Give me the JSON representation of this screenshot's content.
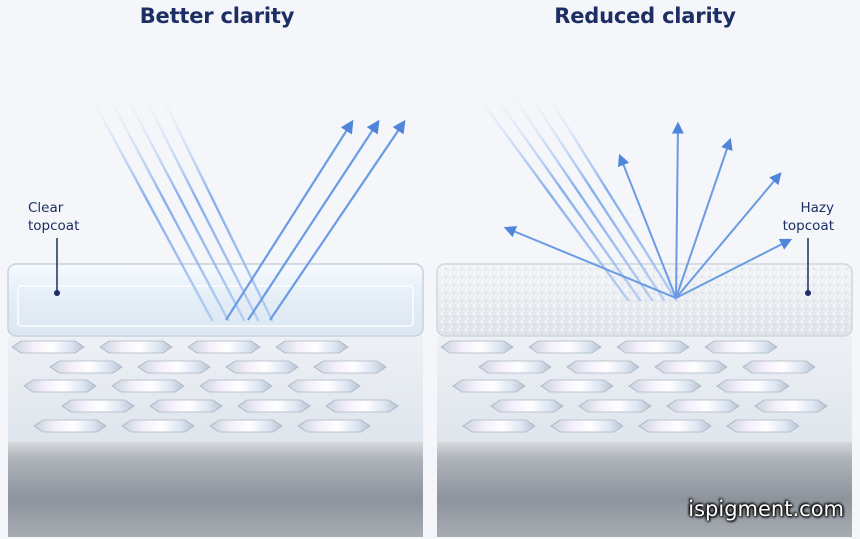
{
  "titles": {
    "left": "Better clarity",
    "right": "Reduced clarity"
  },
  "labels": {
    "left": [
      "Clear",
      "topcoat"
    ],
    "right": [
      "Hazy",
      "topcoat"
    ]
  },
  "watermark": "ispigment.com",
  "colors": {
    "title_text": "#1c2e63",
    "ray": "#5b8fe0",
    "clear_coat": "#e9f1f8",
    "hazy_coat": "#e6eaef",
    "pigment_layer": "#e3e8ee",
    "substrate": "#9aa0a8"
  }
}
